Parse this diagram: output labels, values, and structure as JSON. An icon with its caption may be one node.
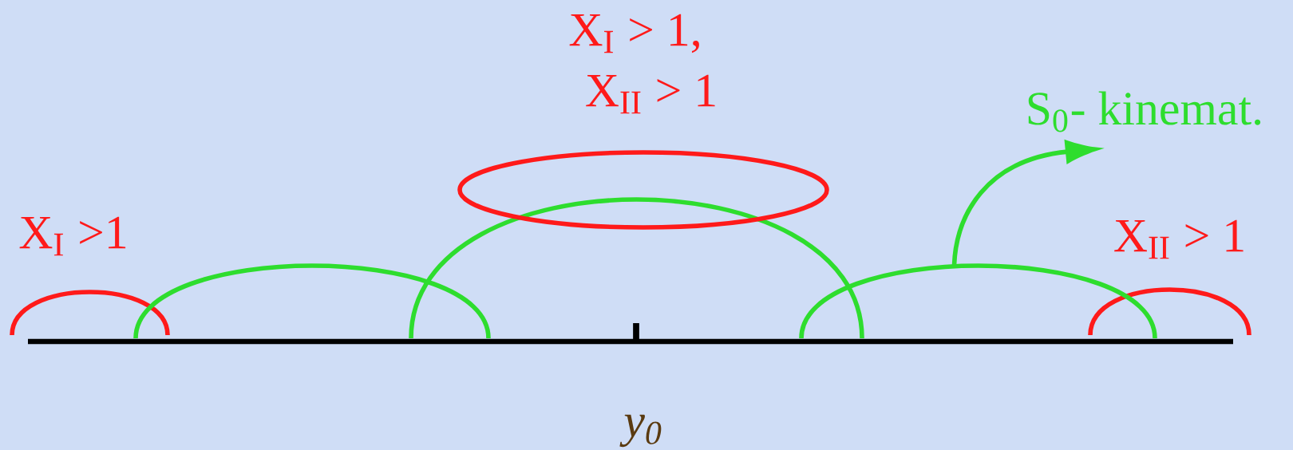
{
  "diagram": {
    "nodes": [
      {
        "text": [
          "S$_{0}$- kinemat."
        ]
      },
      {
        "text": [],
        "shape": "arc"
      }
    ],
    "edges": [
      {
        "from": 1,
        "to": 0,
        "arrow": "to"
      }
    ],
    "labels": [
      "X$_{I}$ > 1,",
      "X$_{II}$ > 1",
      "X$_{I}$ >1",
      "X$_{II}$ > 1",
      "y$_{0}$"
    ]
  }
}
